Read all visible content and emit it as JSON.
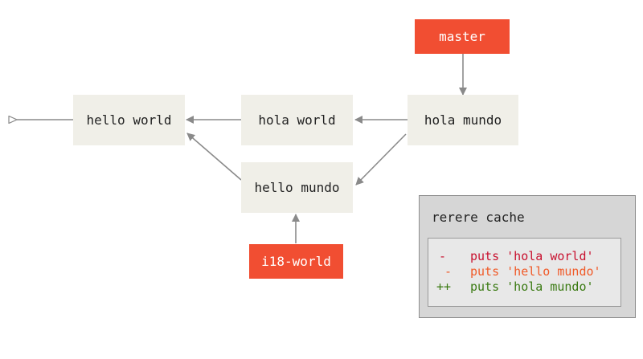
{
  "commits": {
    "hello_world": "hello world",
    "hola_world": "hola world",
    "hola_mundo": "hola mundo",
    "hello_mundo": "hello mundo"
  },
  "refs": {
    "master": "master",
    "i18_world": "i18-world"
  },
  "cache": {
    "title": "rerere cache",
    "lines": [
      {
        "prefix": "-",
        "text": "puts 'hola world'",
        "kind": "removed"
      },
      {
        "prefix": "-",
        "text": "puts 'hello mundo'",
        "kind": "ours"
      },
      {
        "prefix": "++",
        "text": "puts 'hola mundo'",
        "kind": "added"
      }
    ]
  },
  "colors": {
    "node_bg": "#f0efe8",
    "ref_bg": "#f14e32",
    "arrow": "#8a8a8a",
    "removed": "#c8102e",
    "ours": "#f05a28",
    "added": "#3a7a12"
  }
}
